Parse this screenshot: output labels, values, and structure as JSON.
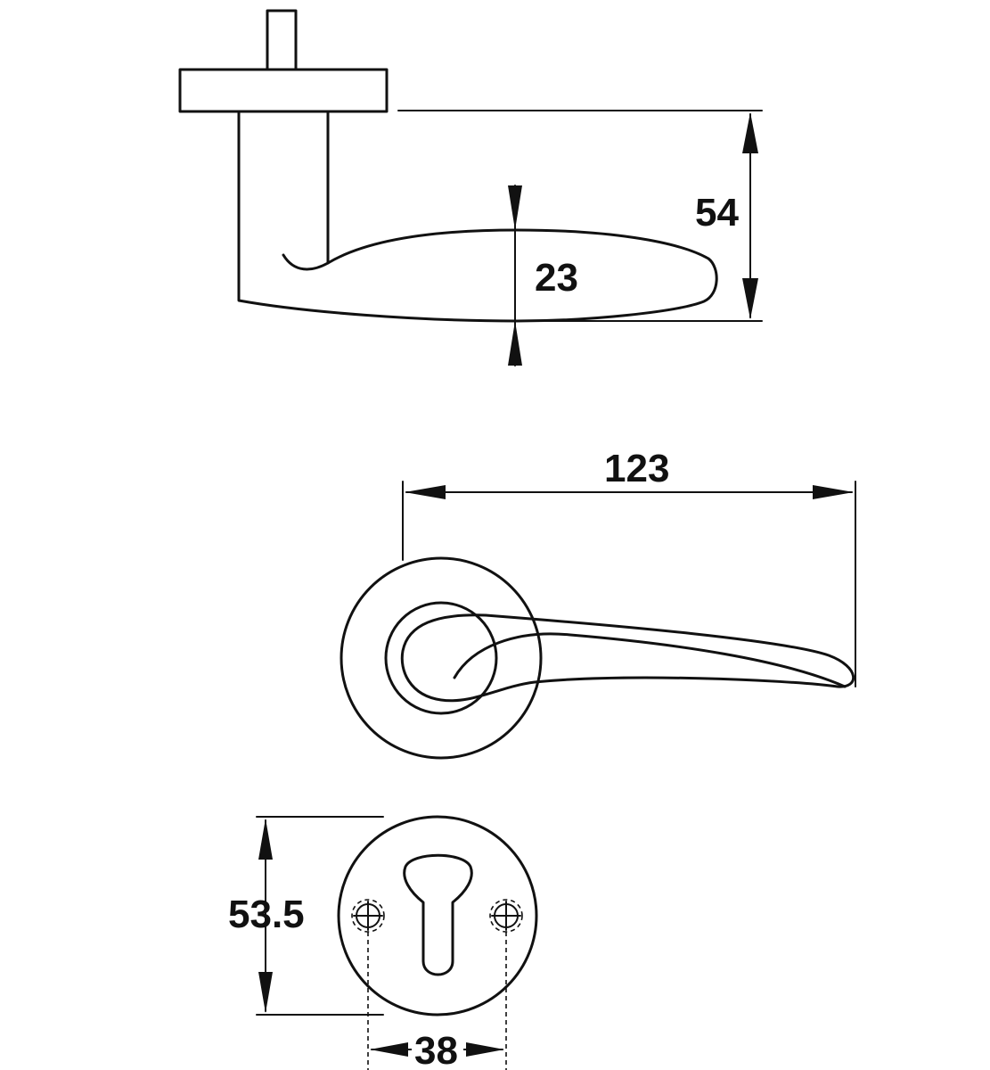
{
  "dimensions": {
    "overall_height": "54",
    "lever_thickness": "23",
    "lever_length": "123",
    "escutcheon_height": "53.5",
    "screw_spacing": "38"
  }
}
